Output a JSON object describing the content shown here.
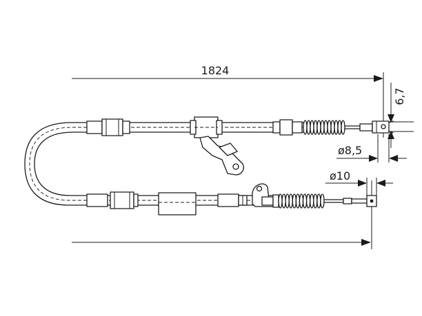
{
  "dimensions": {
    "overall_length": "1824",
    "dim_6_7": "6,7",
    "dim_8_5": "ø8,5",
    "dim_10": "ø10"
  },
  "colors": {
    "line": "#1a1a1a",
    "background": "#ffffff"
  }
}
